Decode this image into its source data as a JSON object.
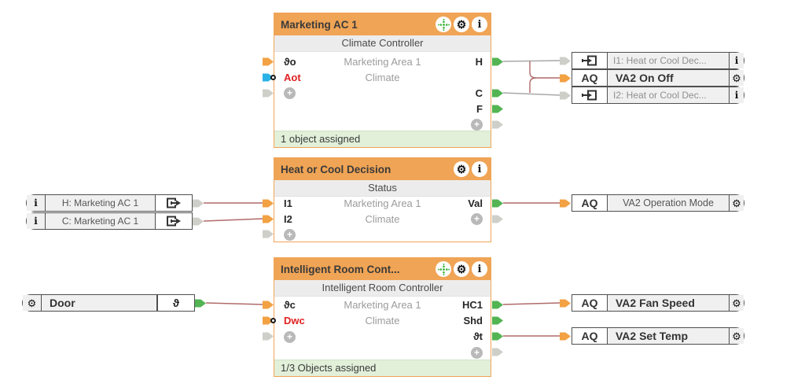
{
  "colors": {
    "header_orange": "#f0a455",
    "subtitle_bg": "#ececec",
    "footer_green_bg": "#e2f0da",
    "pin_green": "#53b453",
    "pin_orange": "#f2a143",
    "pin_blue": "#29b2e6",
    "pin_gray": "#cfcfc9",
    "wire_gray": "#a8a8a8",
    "wire_red": "#b16a6a",
    "red_port_label": "#e02222",
    "move_icon_green": "#3cb33c"
  },
  "icons": {
    "plus": "+",
    "info": "i",
    "gear": "⚙"
  },
  "blocks": {
    "climate": {
      "title": "Marketing AC 1",
      "subtitle": "Climate Controller",
      "area_line1": "Marketing Area 1",
      "area_line2": "Climate",
      "footer": "1 object assigned",
      "inputs": {
        "in1": "ϑo",
        "in2": "Aot"
      },
      "outputs": {
        "out1": "H",
        "out2": "C",
        "out3": "F"
      }
    },
    "decision": {
      "title": "Heat or Cool Decision",
      "subtitle": "Status",
      "area_line1": "Marketing Area 1",
      "area_line2": "Climate",
      "inputs": {
        "in1": "I1",
        "in2": "I2"
      },
      "outputs": {
        "out1": "Val"
      }
    },
    "room": {
      "title": "Intelligent Room Cont...",
      "subtitle": "Intelligent Room Controller",
      "area_line1": "Marketing Area 1",
      "area_line2": "Climate",
      "footer": "1/3 Objects assigned",
      "inputs": {
        "in1": "ϑc",
        "in2": "Dwc"
      },
      "outputs": {
        "out1": "HC1",
        "out2": "Shd",
        "out3": "ϑt"
      }
    }
  },
  "left_refs": {
    "h_ref": {
      "label": "H: Marketing AC 1"
    },
    "c_ref": {
      "label": "C: Marketing AC 1"
    },
    "door": {
      "label": "Door",
      "port": "ϑ"
    }
  },
  "right_refs": {
    "i1_ref": {
      "label": "I1: Heat or Cool Dec..."
    },
    "aq_onoff": {
      "prefix": "AQ",
      "label": "VA2 On Off"
    },
    "i2_ref": {
      "label": "I2: Heat or Cool Dec..."
    },
    "aq_opmode": {
      "prefix": "AQ",
      "label": "VA2 Operation Mode"
    },
    "aq_fan": {
      "prefix": "AQ",
      "label": "VA2 Fan Speed"
    },
    "aq_settemp": {
      "prefix": "AQ",
      "label": "VA2 Set Temp"
    }
  }
}
